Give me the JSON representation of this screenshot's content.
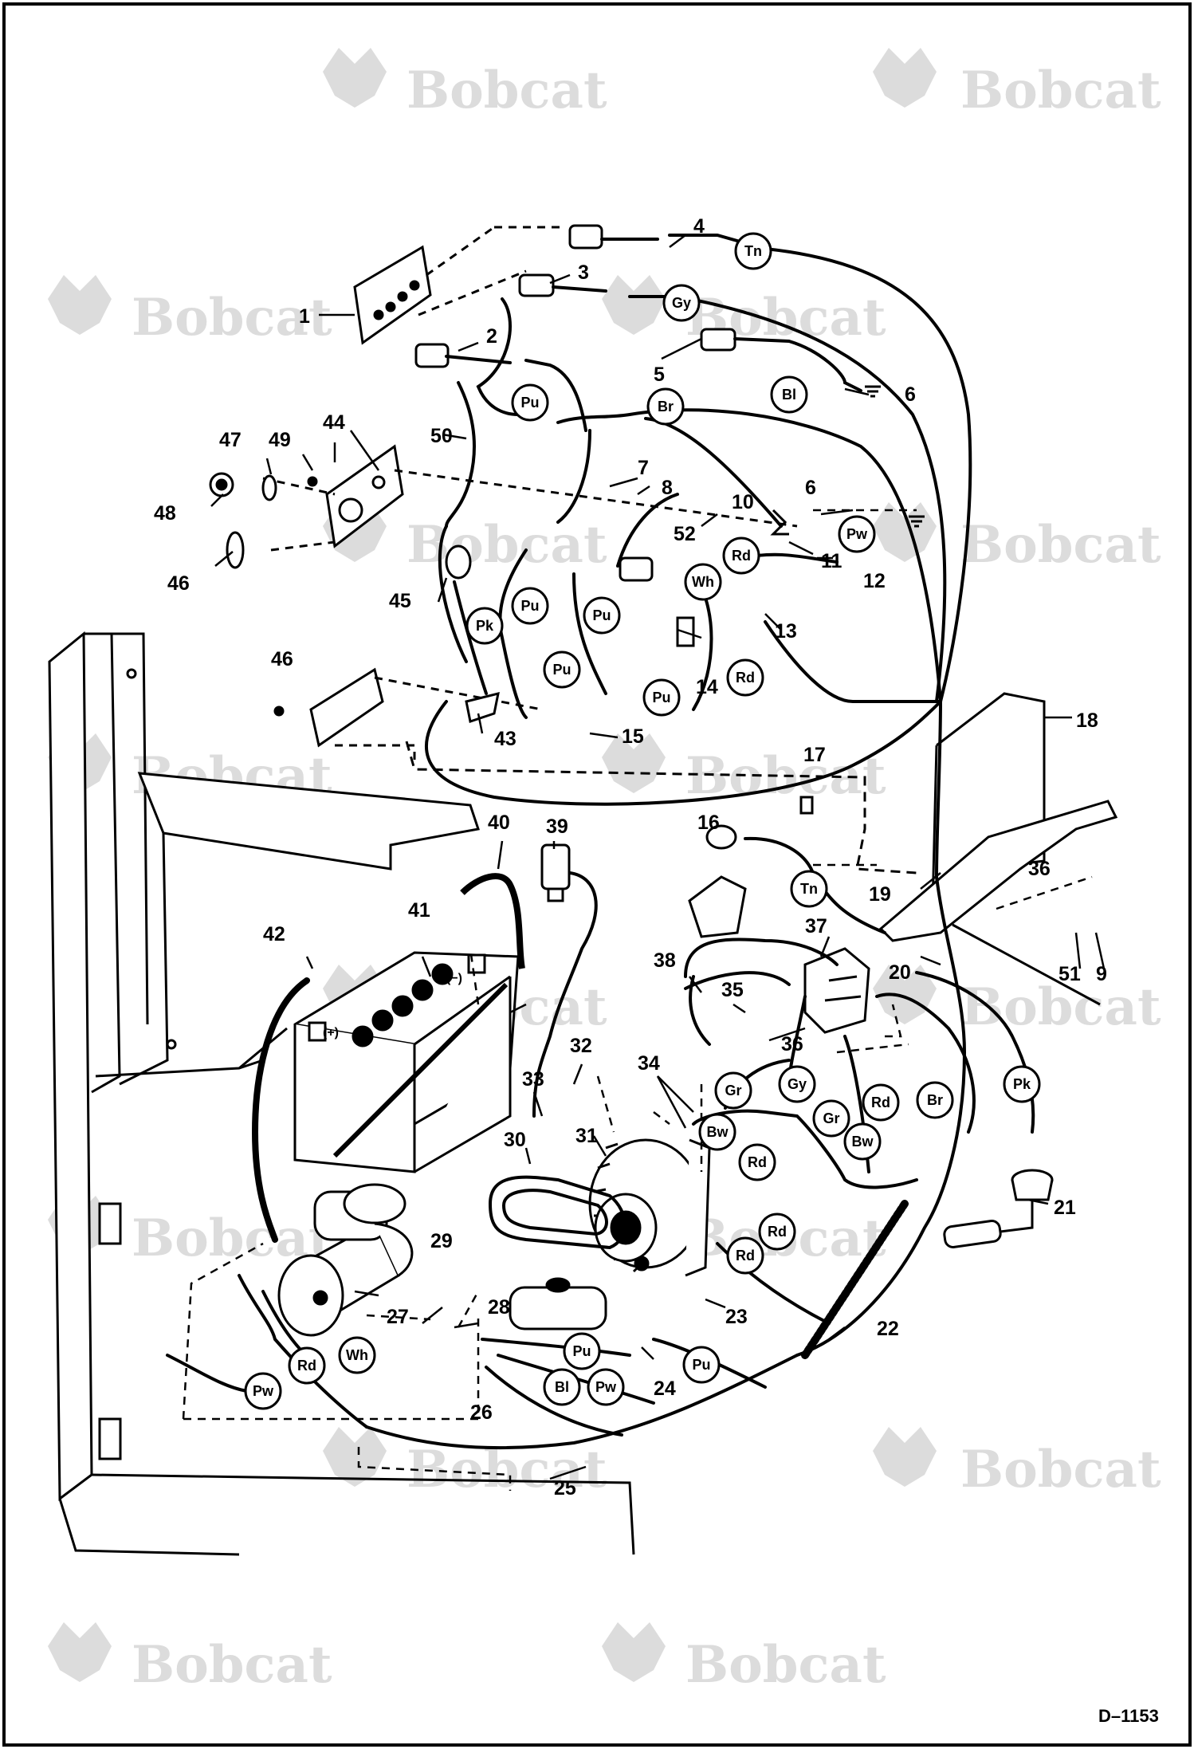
{
  "watermark": {
    "brand": "Bobcat"
  },
  "document_id": "D–1153",
  "callouts": [
    {
      "label": "1"
    },
    {
      "label": "2"
    },
    {
      "label": "3"
    },
    {
      "label": "4"
    },
    {
      "label": "5"
    },
    {
      "label": "6"
    },
    {
      "label": "6"
    },
    {
      "label": "7"
    },
    {
      "label": "8"
    },
    {
      "label": "9"
    },
    {
      "label": "10"
    },
    {
      "label": "11"
    },
    {
      "label": "12"
    },
    {
      "label": "13"
    },
    {
      "label": "14"
    },
    {
      "label": "15"
    },
    {
      "label": "16"
    },
    {
      "label": "17"
    },
    {
      "label": "18"
    },
    {
      "label": "19"
    },
    {
      "label": "20"
    },
    {
      "label": "21"
    },
    {
      "label": "22"
    },
    {
      "label": "23"
    },
    {
      "label": "24"
    },
    {
      "label": "25"
    },
    {
      "label": "26"
    },
    {
      "label": "27"
    },
    {
      "label": "28"
    },
    {
      "label": "29"
    },
    {
      "label": "30"
    },
    {
      "label": "31"
    },
    {
      "label": "32"
    },
    {
      "label": "33"
    },
    {
      "label": "34"
    },
    {
      "label": "35"
    },
    {
      "label": "36"
    },
    {
      "label": "36"
    },
    {
      "label": "37"
    },
    {
      "label": "38"
    },
    {
      "label": "39"
    },
    {
      "label": "40"
    },
    {
      "label": "41"
    },
    {
      "label": "42"
    },
    {
      "label": "43"
    },
    {
      "label": "44"
    },
    {
      "label": "45"
    },
    {
      "label": "46"
    },
    {
      "label": "46"
    },
    {
      "label": "47"
    },
    {
      "label": "48"
    },
    {
      "label": "49"
    },
    {
      "label": "50"
    },
    {
      "label": "51"
    },
    {
      "label": "52"
    }
  ],
  "wire_tags": [
    {
      "code": "Tn"
    },
    {
      "code": "Gy"
    },
    {
      "code": "Bl"
    },
    {
      "code": "Pu"
    },
    {
      "code": "Br"
    },
    {
      "code": "Pw"
    },
    {
      "code": "Rd"
    },
    {
      "code": "Wh"
    },
    {
      "code": "Pk"
    },
    {
      "code": "Pu"
    },
    {
      "code": "Pu"
    },
    {
      "code": "Pu"
    },
    {
      "code": "Pu"
    },
    {
      "code": "Rd"
    },
    {
      "code": "Tn"
    },
    {
      "code": "Gr"
    },
    {
      "code": "Gy"
    },
    {
      "code": "Bw"
    },
    {
      "code": "Gr"
    },
    {
      "code": "Rd"
    },
    {
      "code": "Bw"
    },
    {
      "code": "Rd"
    },
    {
      "code": "Rd"
    },
    {
      "code": "Rd"
    },
    {
      "code": "Br"
    },
    {
      "code": "Pk"
    },
    {
      "code": "Pu"
    },
    {
      "code": "Pu"
    },
    {
      "code": "Bl"
    },
    {
      "code": "Pw"
    },
    {
      "code": "Rd"
    },
    {
      "code": "Wh"
    },
    {
      "code": "Pw"
    }
  ],
  "battery_terminals": {
    "positive": "(+)",
    "negative": "(−)"
  }
}
